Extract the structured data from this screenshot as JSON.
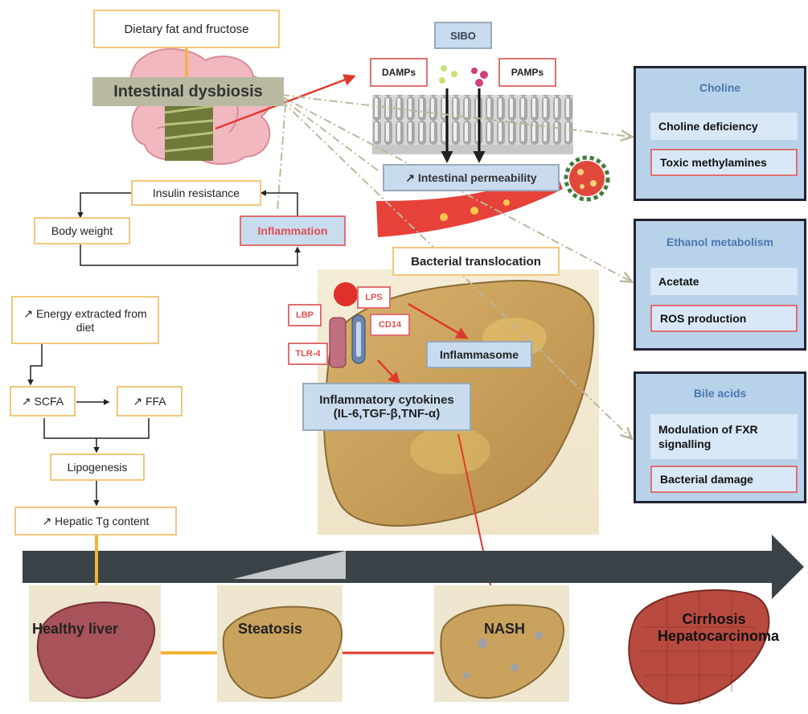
{
  "top": {
    "diet": "Dietary fat and fructose",
    "dysbiosis": "Intestinal dysbiosis",
    "sibo": "SIBO",
    "damps": "DAMPs",
    "pamps": "PAMPs",
    "permeability": "↗ Intestinal permeability",
    "translocation": "Bacterial translocation"
  },
  "metabolic": {
    "insulin": "Insulin resistance",
    "body_weight": "Body weight",
    "inflammation": "Inflammation",
    "energy": "↗ Energy extracted from diet",
    "scfa": "↗ SCFA",
    "ffa": "↗ FFA",
    "lipogenesis": "Lipogenesis",
    "tg": "↗ Hepatic Tg content"
  },
  "receptor": {
    "lps": "LPS",
    "lbp": "LBP",
    "cd14": "CD14",
    "tlr4": "TLR-4",
    "inflammasome": "Inflammasome",
    "cytokines_line1": "Inflammatory cytokines",
    "cytokines_line2": "(IL-6,TGF-β,TNF-α)"
  },
  "panels": {
    "choline": {
      "title": "Choline",
      "item1": "Choline deficiency",
      "item2": "Toxic methylamines"
    },
    "ethanol": {
      "title": "Ethanol metabolism",
      "item1": "Acetate",
      "item2": "ROS production"
    },
    "bile": {
      "title": "Bile acids",
      "item1": "Modulation of FXR signalling",
      "item2": "Bacterial damage"
    }
  },
  "stages": {
    "healthy": "Healthy liver",
    "steatosis": "Steatosis",
    "nash": "NASH",
    "cirrhosis_line1": "Cirrhosis",
    "cirrhosis_line2": "Hepatocarcinoma"
  },
  "colors": {
    "healthy_liver": "#a8525a",
    "fatty_liver": "#c9a25e",
    "cirrhosis": "#b84a3f",
    "progress_arrow": "#3a4448",
    "red_arrow": "#e03a2f",
    "yellow_connector": "#f2b333",
    "panel_fill": "#b8d2ea"
  }
}
